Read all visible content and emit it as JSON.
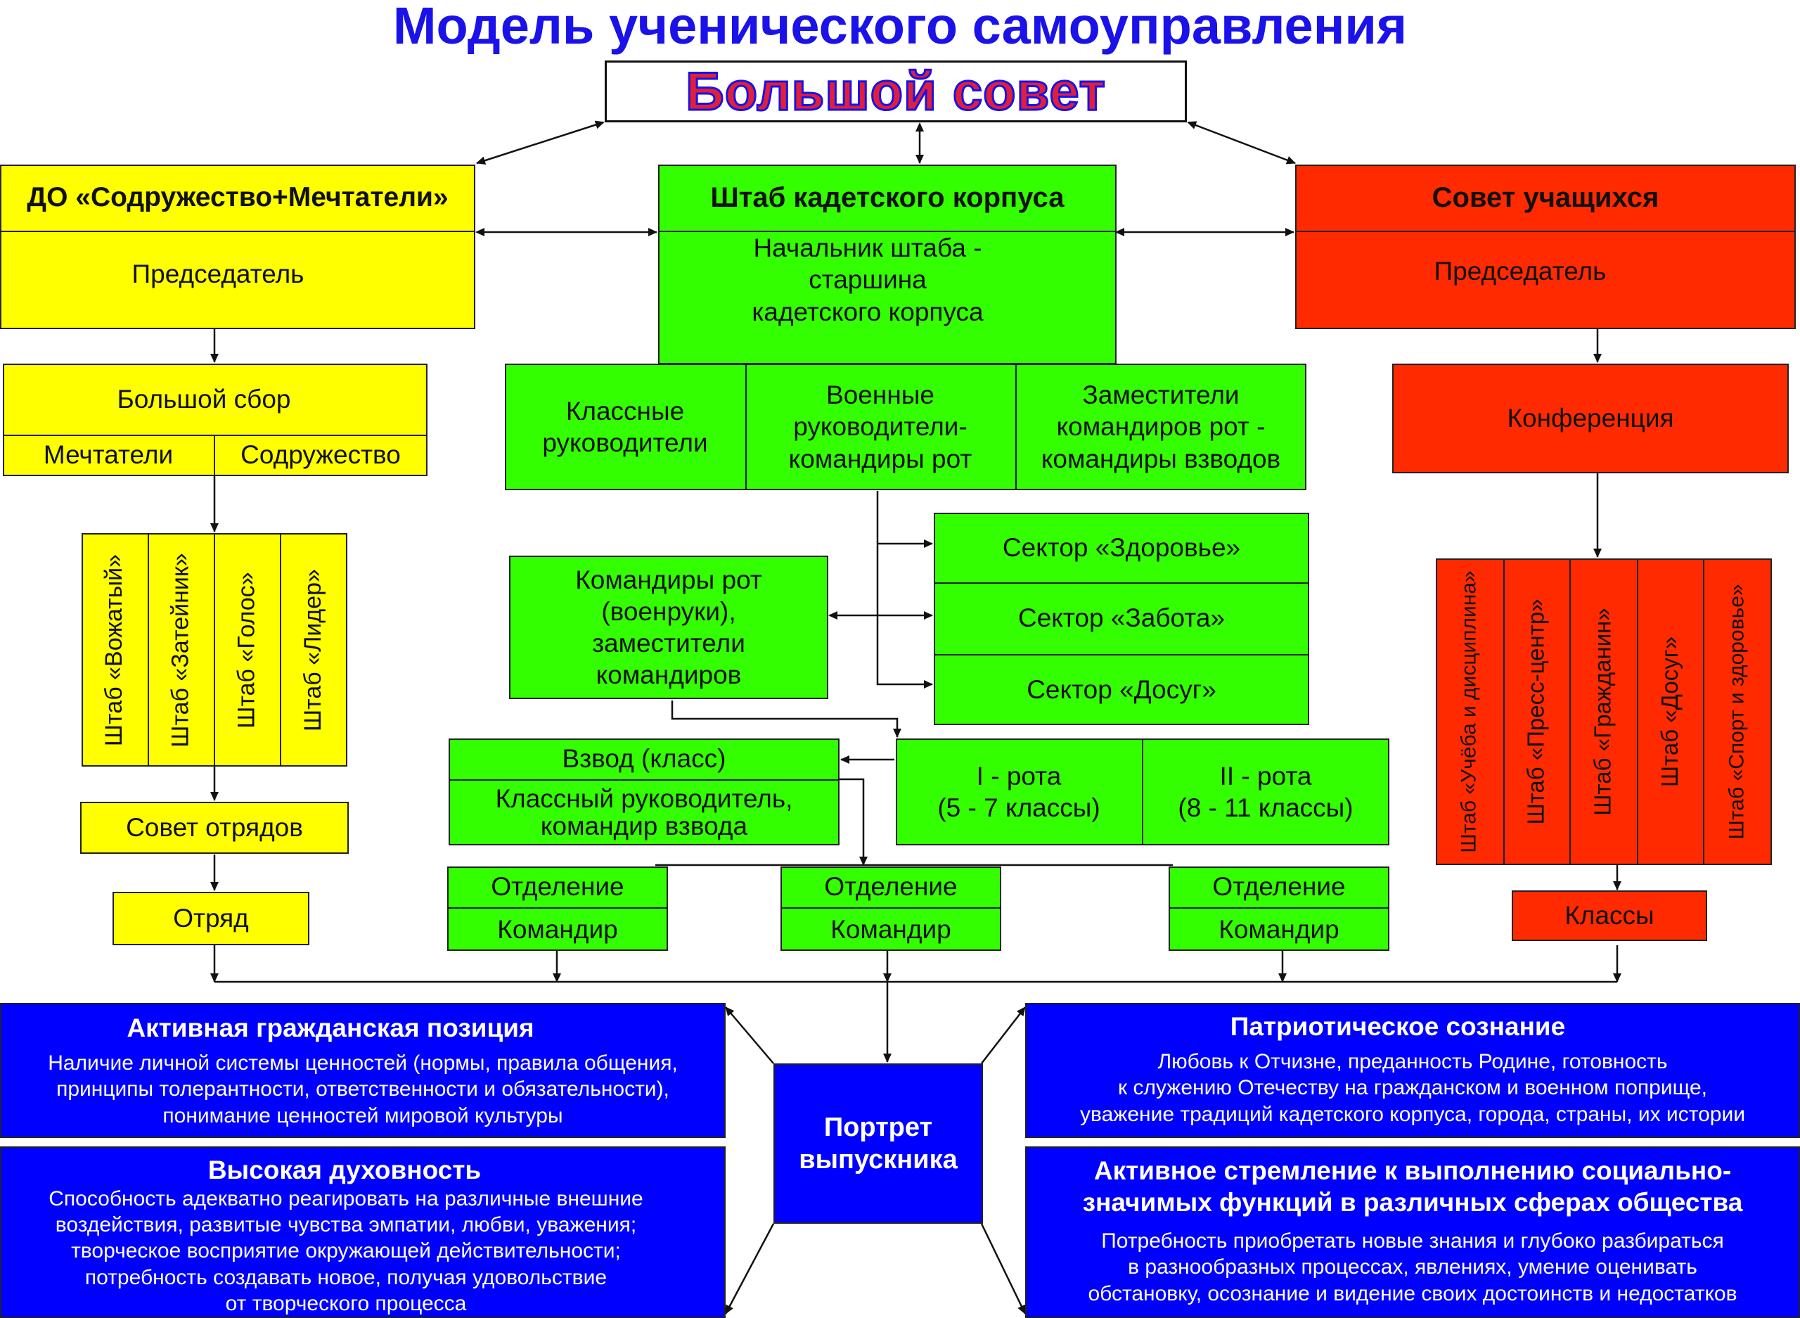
{
  "title": "Модель ученического самоуправления",
  "big_council": "Большой совет",
  "left": {
    "org": "ДО «Содружество+Мечтатели»",
    "chair": "Председатель",
    "big_gathering": "Большой сбор",
    "dreamers": "Мечтатели",
    "commonwealth": "Содружество",
    "staffs": [
      "Штаб «Вожатый»",
      "Штаб «Затейник»",
      "Штаб «Голос»",
      "Штаб «Лидер»"
    ],
    "council": "Совет отрядов",
    "squad": "Отряд"
  },
  "center": {
    "hq": "Штаб кадетского корпуса",
    "chief": "Начальник штаба -\nстаршина\nкадетского корпуса",
    "teachers": "Классные\nруководители",
    "military": "Военные\nруководители-\nкомандиры рот",
    "deputies": "Заместители\nкомандиров рот -\nкомандиры взводов",
    "commanders": "Командиры рот\n(военруки),\nзаместители\nкомандиров",
    "sectors": [
      "Сектор «Здоровье»",
      "Сектор «Забота»",
      "Сектор «Досуг»"
    ],
    "platoon": "Взвод (класс)",
    "platoon_lead": "Классный руководитель,\nкомандир взвода",
    "company1": "I - рота\n(5 - 7 классы)",
    "company2": "II - рота\n(8 - 11 классы)",
    "unit": "Отделение",
    "unit_cmd": "Командир"
  },
  "right": {
    "org": "Совет учащихся",
    "chair": "Председатель",
    "conference": "Конференция",
    "staffs": [
      "Штаб «Учёба и дисциплина»",
      "Штаб «Пресс-центр»",
      "Штаб «Гражданин»",
      "Штаб «Досуг»",
      "Штаб «Спорт и здоровье»"
    ],
    "classes": "Классы"
  },
  "portrait": "Портрет\nвыпускника",
  "qualities": {
    "civic": {
      "title": "Активная гражданская позиция",
      "text": "Наличие личной системы ценностей (нормы, правила общения,\nпринципы толерантности, ответственности и обязательности),\nпонимание ценностей мировой культуры"
    },
    "spiritual": {
      "title": "Высокая духовность",
      "text": "Способность адекватно реагировать на различные внешние\nвоздействия, развитые чувства эмпатии, любви, уважения;\nтворческое восприятие окружающей действительности;\nпотребность создавать новое, получая удовольствие\nот творческого процесса"
    },
    "patriotic": {
      "title": "Патриотическое сознание",
      "text": "Любовь к Отчизне, преданность Родине, готовность\nк служению Отечеству на гражданском и военном поприще,\nуважение традиций кадетского корпуса, города, страны, их истории"
    },
    "social": {
      "title": "Активное стремление к выполнению социально-\nзначимых функций в различных сферах общества",
      "text": "Потребность приобретать новые знания и глубоко разбираться\nв разнообразных процессах, явлениях, умение оценивать\nобстановку, осознание и видение своих достоинств и недостатков"
    }
  },
  "colors": {
    "title": "#1a12e8",
    "yellow": "#ffff00",
    "green": "#33ff00",
    "red": "#ff2a00",
    "blue": "#0000ff"
  }
}
